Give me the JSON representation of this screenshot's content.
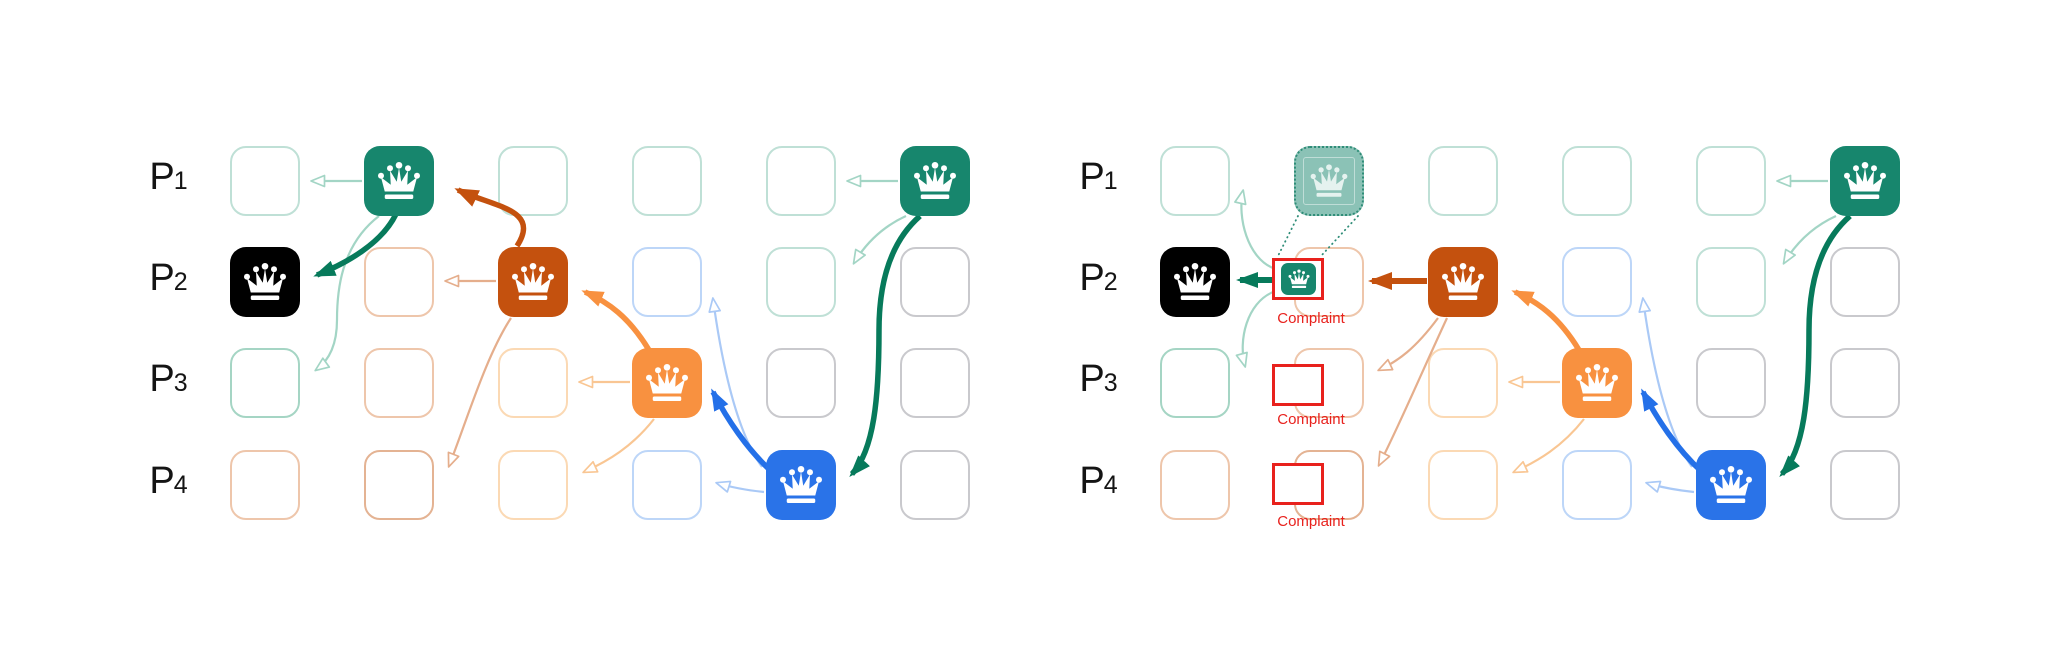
{
  "figure_type": "preference-grid-diagram",
  "panels": {
    "left": {
      "name": "mechanism-before-complaint",
      "grid": {
        "rows": 4,
        "cols": 6
      },
      "row_labels": [
        {
          "base": "P",
          "sub": "1"
        },
        {
          "base": "P",
          "sub": "2"
        },
        {
          "base": "P",
          "sub": "3"
        },
        {
          "base": "P",
          "sub": "4"
        }
      ],
      "crowns": [
        {
          "row": 1,
          "col": 2,
          "color": "#17866d"
        },
        {
          "row": 1,
          "col": 6,
          "color": "#17866d"
        },
        {
          "row": 2,
          "col": 1,
          "color": "#000000"
        },
        {
          "row": 2,
          "col": 3,
          "color": "#c4510e"
        },
        {
          "row": 3,
          "col": 4,
          "color": "#f89140"
        },
        {
          "row": 4,
          "col": 5,
          "color": "#2a73e8"
        }
      ],
      "arrows": [
        {
          "from": "r1c2",
          "to": "r1c1",
          "weight": "thin",
          "color": "#a3d5c5"
        },
        {
          "from": "r1c2",
          "to": "r2c1",
          "weight": "thick",
          "color": "#077a5b"
        },
        {
          "from": "r1c2",
          "to": "r3c1",
          "weight": "thin",
          "color": "#a3d5c5"
        },
        {
          "from": "r2c3",
          "to": "r1c2",
          "weight": "thick",
          "color": "#c4510e"
        },
        {
          "from": "r2c3",
          "to": "r2c2",
          "weight": "thin",
          "color": "#e5ae8c"
        },
        {
          "from": "r2c3",
          "to": "r4c2",
          "weight": "thin",
          "color": "#e5ae8c"
        },
        {
          "from": "r3c4",
          "to": "r2c3",
          "weight": "thick",
          "color": "#f89140"
        },
        {
          "from": "r3c4",
          "to": "r3c3",
          "weight": "thin",
          "color": "#f9c693"
        },
        {
          "from": "r3c4",
          "to": "r4c3",
          "weight": "thin",
          "color": "#f9c693"
        },
        {
          "from": "r4c5",
          "to": "r3c4",
          "weight": "thick",
          "color": "#2470e8"
        },
        {
          "from": "r4c5",
          "to": "r4c4",
          "weight": "thin",
          "color": "#aac9f6"
        },
        {
          "from": "r4c5",
          "to": "r2c4",
          "weight": "thin",
          "color": "#aac9f6"
        },
        {
          "from": "r1c6",
          "to": "r1c5",
          "weight": "thin",
          "color": "#a3d5c5"
        },
        {
          "from": "r1c6",
          "to": "r2c5",
          "weight": "thin",
          "color": "#a3d5c5"
        },
        {
          "from": "r1c6",
          "to": "r4c5",
          "weight": "thick",
          "color": "#077a5b"
        }
      ]
    },
    "right": {
      "name": "mechanism-with-complaints",
      "grid": {
        "rows": 4,
        "cols": 6
      },
      "row_labels": [
        {
          "base": "P",
          "sub": "1"
        },
        {
          "base": "P",
          "sub": "2"
        },
        {
          "base": "P",
          "sub": "3"
        },
        {
          "base": "P",
          "sub": "4"
        }
      ],
      "ghost_crown": {
        "row": 1,
        "col": 2,
        "color": "#17866d",
        "style": "dotted-faded"
      },
      "complaints": [
        {
          "row": 2,
          "label": "Complaint",
          "has_crown": true
        },
        {
          "row": 3,
          "label": "Complaint",
          "has_crown": false
        },
        {
          "row": 4,
          "label": "Complaint",
          "has_crown": false
        }
      ],
      "crowns": [
        {
          "row": 1,
          "col": 6,
          "color": "#17866d"
        },
        {
          "row": 2,
          "col": 1,
          "color": "#000000"
        },
        {
          "row": 2,
          "col": 3,
          "color": "#c4510e"
        },
        {
          "row": 3,
          "col": 4,
          "color": "#f89140"
        },
        {
          "row": 4,
          "col": 5,
          "color": "#2a73e8"
        }
      ],
      "arrows": [
        {
          "from": "complaint-crown",
          "to": "r2c1",
          "weight": "thick",
          "color": "#077a5b"
        },
        {
          "from": "complaint-crown",
          "to": "r1c1",
          "weight": "thin",
          "color": "#a3d5c5"
        },
        {
          "from": "complaint-crown",
          "to": "r3c1",
          "weight": "thin",
          "color": "#a3d5c5"
        },
        {
          "from": "r2c3",
          "to": "complaint-crown",
          "weight": "thick",
          "color": "#c4510e"
        },
        {
          "from": "r2c3",
          "to": "r3c2",
          "weight": "thin",
          "color": "#e5ae8c"
        },
        {
          "from": "r2c3",
          "to": "r4c2",
          "weight": "thin",
          "color": "#e5ae8c"
        },
        {
          "from": "r3c4",
          "to": "r2c3",
          "weight": "thick",
          "color": "#f89140"
        },
        {
          "from": "r3c4",
          "to": "r3c3",
          "weight": "thin",
          "color": "#f9c693"
        },
        {
          "from": "r3c4",
          "to": "r4c3",
          "weight": "thin",
          "color": "#f9c693"
        },
        {
          "from": "r4c5",
          "to": "r3c4",
          "weight": "thick",
          "color": "#2470e8"
        },
        {
          "from": "r4c5",
          "to": "r4c4",
          "weight": "thin",
          "color": "#aac9f6"
        },
        {
          "from": "r4c5",
          "to": "r2c4",
          "weight": "thin",
          "color": "#aac9f6"
        },
        {
          "from": "r1c6",
          "to": "r1c5",
          "weight": "thin",
          "color": "#a3d5c5"
        },
        {
          "from": "r1c6",
          "to": "r2c5",
          "weight": "thin",
          "color": "#a3d5c5"
        },
        {
          "from": "r1c6",
          "to": "r4c5",
          "weight": "thick",
          "color": "#077a5b"
        }
      ]
    }
  },
  "colors": {
    "teal": "#17866d",
    "teal_dark_arrow": "#077a5b",
    "teal_light": "#a3d5c5",
    "black": "#000000",
    "dark_orange": "#c4510e",
    "salmon": "#e5ae8c",
    "orange": "#f89140",
    "orange_light": "#f9c693",
    "blue": "#2a73e8",
    "blue_light": "#aac9f6",
    "gray_cell": "#c9c9cd",
    "complaint_red": "#e8211d",
    "label_text": "#141414"
  },
  "icons": {
    "crown": "crown-icon"
  }
}
